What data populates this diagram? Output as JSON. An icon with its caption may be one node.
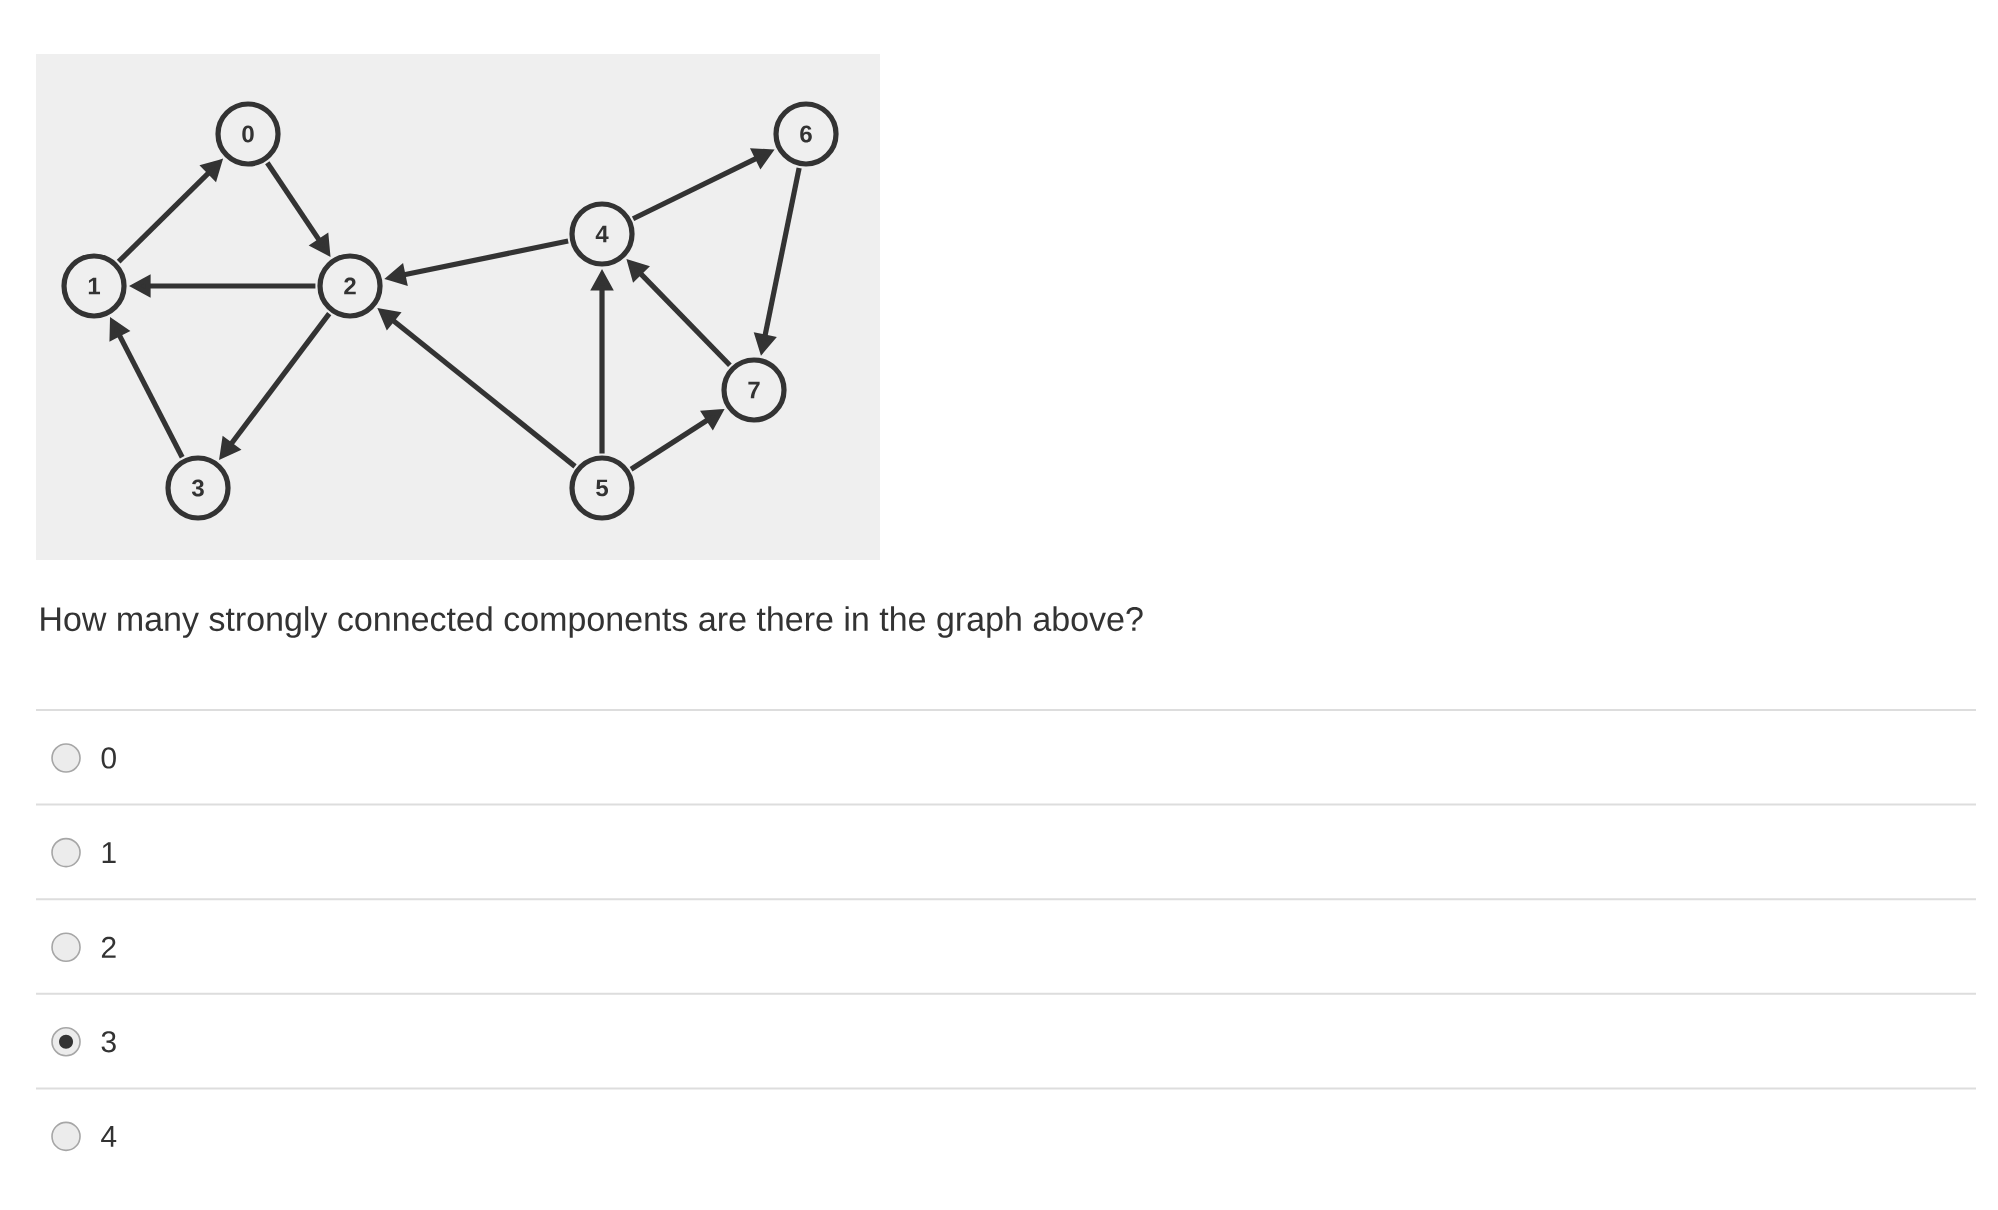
{
  "diagram": {
    "nodes": [
      {
        "text": [
          "0"
        ]
      },
      {
        "text": [
          "1"
        ]
      },
      {
        "text": [
          "2"
        ]
      },
      {
        "text": [
          "3"
        ]
      },
      {
        "text": [
          "4"
        ]
      },
      {
        "text": [
          "5"
        ]
      },
      {
        "text": [
          "6"
        ]
      },
      {
        "text": [
          "7"
        ]
      }
    ],
    "edges": [
      {
        "from": 1,
        "to": 0,
        "arrow": "to"
      },
      {
        "from": 0,
        "to": 2,
        "arrow": "to"
      },
      {
        "from": 2,
        "to": 1,
        "arrow": "to"
      },
      {
        "from": 2,
        "to": 3,
        "arrow": "to"
      },
      {
        "from": 3,
        "to": 1,
        "arrow": "to"
      },
      {
        "from": 4,
        "to": 2,
        "arrow": "to"
      },
      {
        "from": 5,
        "to": 2,
        "arrow": "to"
      },
      {
        "from": 5,
        "to": 4,
        "arrow": "to"
      },
      {
        "from": 5,
        "to": 7,
        "arrow": "to"
      },
      {
        "from": 7,
        "to": 4,
        "arrow": "to"
      },
      {
        "from": 4,
        "to": 6,
        "arrow": "to"
      },
      {
        "from": 6,
        "to": 7,
        "arrow": "to"
      }
    ],
    "labels": [
      "How many strongly connected components are there in the graph above?",
      "0",
      "1",
      "2",
      "3",
      "4"
    ]
  }
}
